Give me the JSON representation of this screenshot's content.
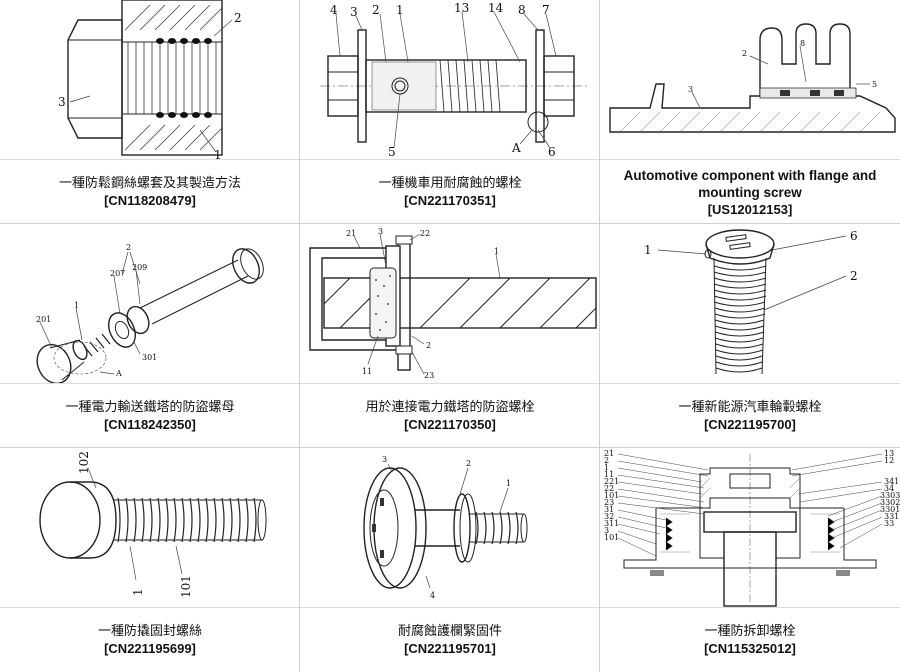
{
  "cells": [
    {
      "title": "一種防鬆鋼絲螺套及其製造方法",
      "number": "[CN118208479]",
      "fig_labels": [
        "2",
        "3",
        "1"
      ]
    },
    {
      "title": "一種機車用耐腐蝕的螺栓",
      "number": "[CN221170351]",
      "fig_labels": [
        "4",
        "3",
        "2",
        "1",
        "13",
        "14",
        "8",
        "7",
        "5",
        "A",
        "6"
      ]
    },
    {
      "title": "Automotive component with flange and mounting screw",
      "number": "[US12012153]",
      "fig_labels": [
        "2",
        "8",
        "5",
        "3"
      ]
    },
    {
      "title": "一種電力輸送鐵塔的防盜螺母",
      "number": "[CN118242350]",
      "fig_labels": [
        "2",
        "207",
        "209",
        "1",
        "201",
        "301",
        "A"
      ]
    },
    {
      "title": "用於連接電力鐵塔的防盜螺栓",
      "number": "[CN221170350]",
      "fig_labels": [
        "21",
        "3",
        "22",
        "1",
        "2",
        "11",
        "23"
      ]
    },
    {
      "title": "一種新能源汽車輪轂螺栓",
      "number": "[CN221195700]",
      "fig_labels": [
        "1",
        "6",
        "2"
      ]
    },
    {
      "title": "一種防撬固封螺絲",
      "number": "[CN221195699]",
      "fig_labels": [
        "102",
        "1",
        "101"
      ]
    },
    {
      "title": "耐腐蝕護欄緊固件",
      "number": "[CN221195701]",
      "fig_labels": [
        "3",
        "2",
        "1",
        "4"
      ]
    },
    {
      "title": "一種防拆卸螺栓",
      "number": "[CN115325012]",
      "fig_labels": [
        "21",
        "2",
        "1",
        "11",
        "221",
        "22",
        "101",
        "23",
        "31",
        "32",
        "311",
        "3",
        "101",
        "13",
        "12",
        "341",
        "34",
        "3303",
        "3302",
        "3301",
        "331",
        "33"
      ]
    }
  ]
}
